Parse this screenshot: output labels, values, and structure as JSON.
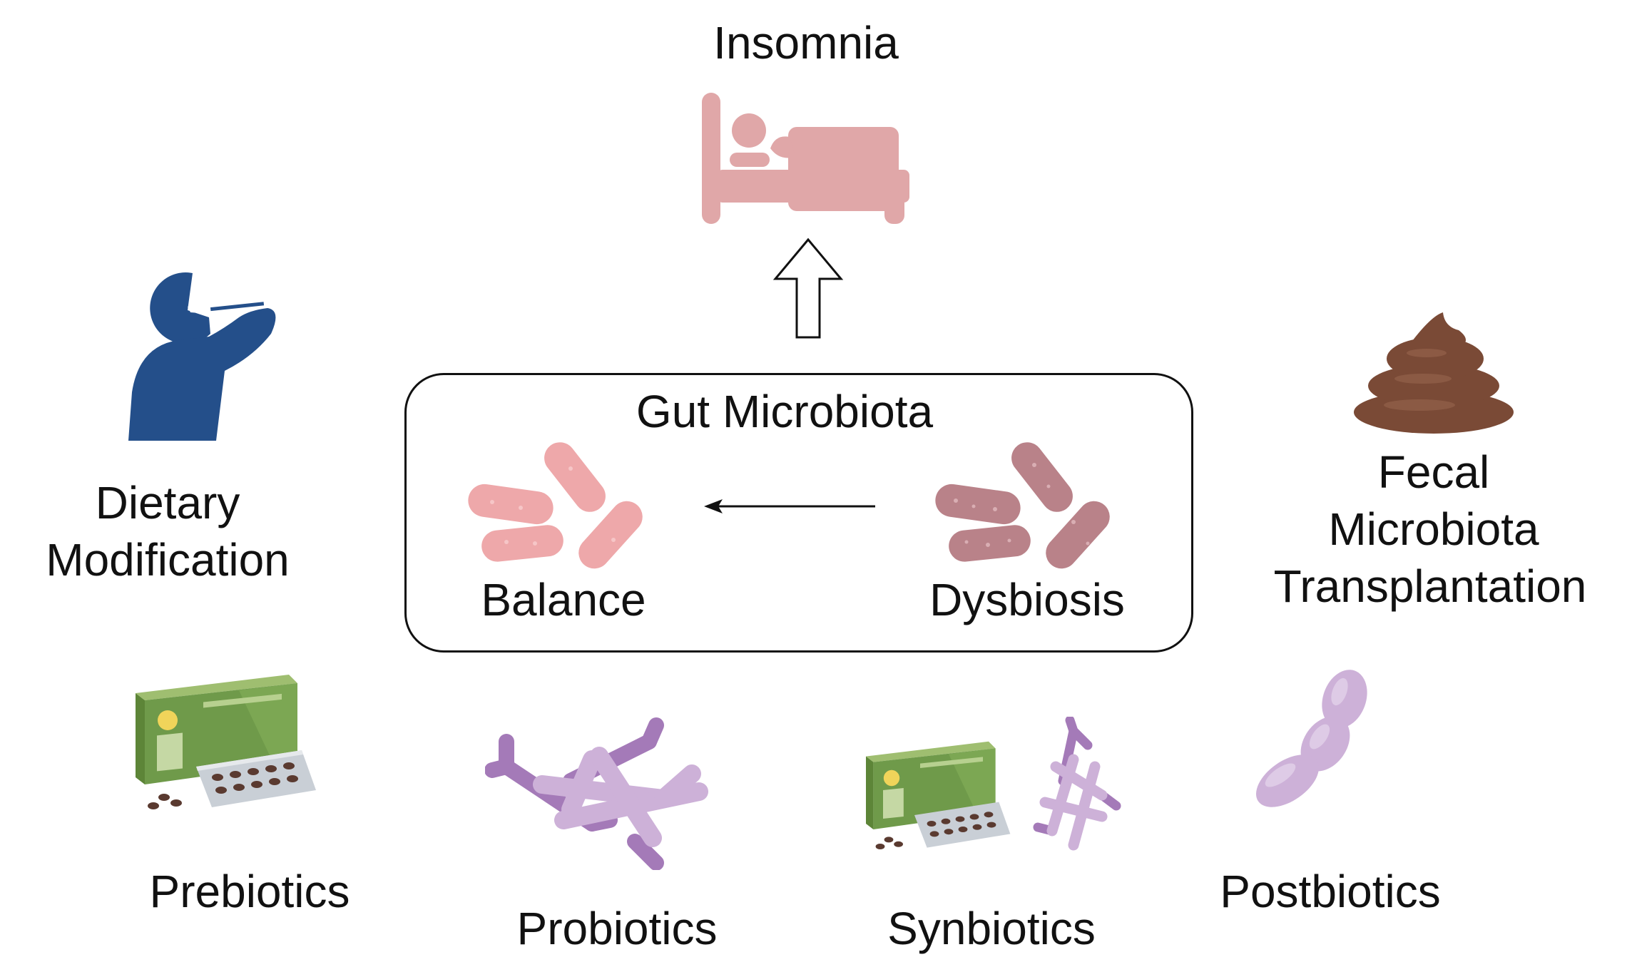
{
  "insomnia": {
    "label": "Insomnia"
  },
  "gut_microbiota": {
    "title": "Gut Microbiota",
    "balance_label": "Balance",
    "dysbiosis_label": "Dysbiosis"
  },
  "dietary_modification": {
    "line1": "Dietary",
    "line2": "Modification"
  },
  "fmt": {
    "line1": "Fecal",
    "line2": "Microbiota",
    "line3": "Transplantation"
  },
  "interventions": {
    "prebiotics": "Prebiotics",
    "probiotics": "Probiotics",
    "synbiotics": "Synbiotics",
    "postbiotics": "Postbiotics"
  },
  "colors": {
    "insomnia_pink": "#e0a7a8",
    "balance_pink": "#eea8aa",
    "dysbiosis_mauve": "#b98289",
    "person_blue": "#244f8a",
    "stool_brown": "#7a4a36",
    "pack_green": "#6f9a4a",
    "probiotic_purple": "#a47ab8",
    "postbiotic_lilac": "#cdb1d8"
  },
  "icons": [
    "bed-sleeping-icon",
    "up-arrow-icon",
    "person-eating-icon",
    "stool-icon",
    "balanced-bacteria-icon",
    "dysbiotic-bacteria-icon",
    "left-arrow-icon",
    "prebiotic-pack-icon",
    "probiotic-bacteria-icon",
    "synbiotic-icon",
    "postbiotic-icon"
  ]
}
